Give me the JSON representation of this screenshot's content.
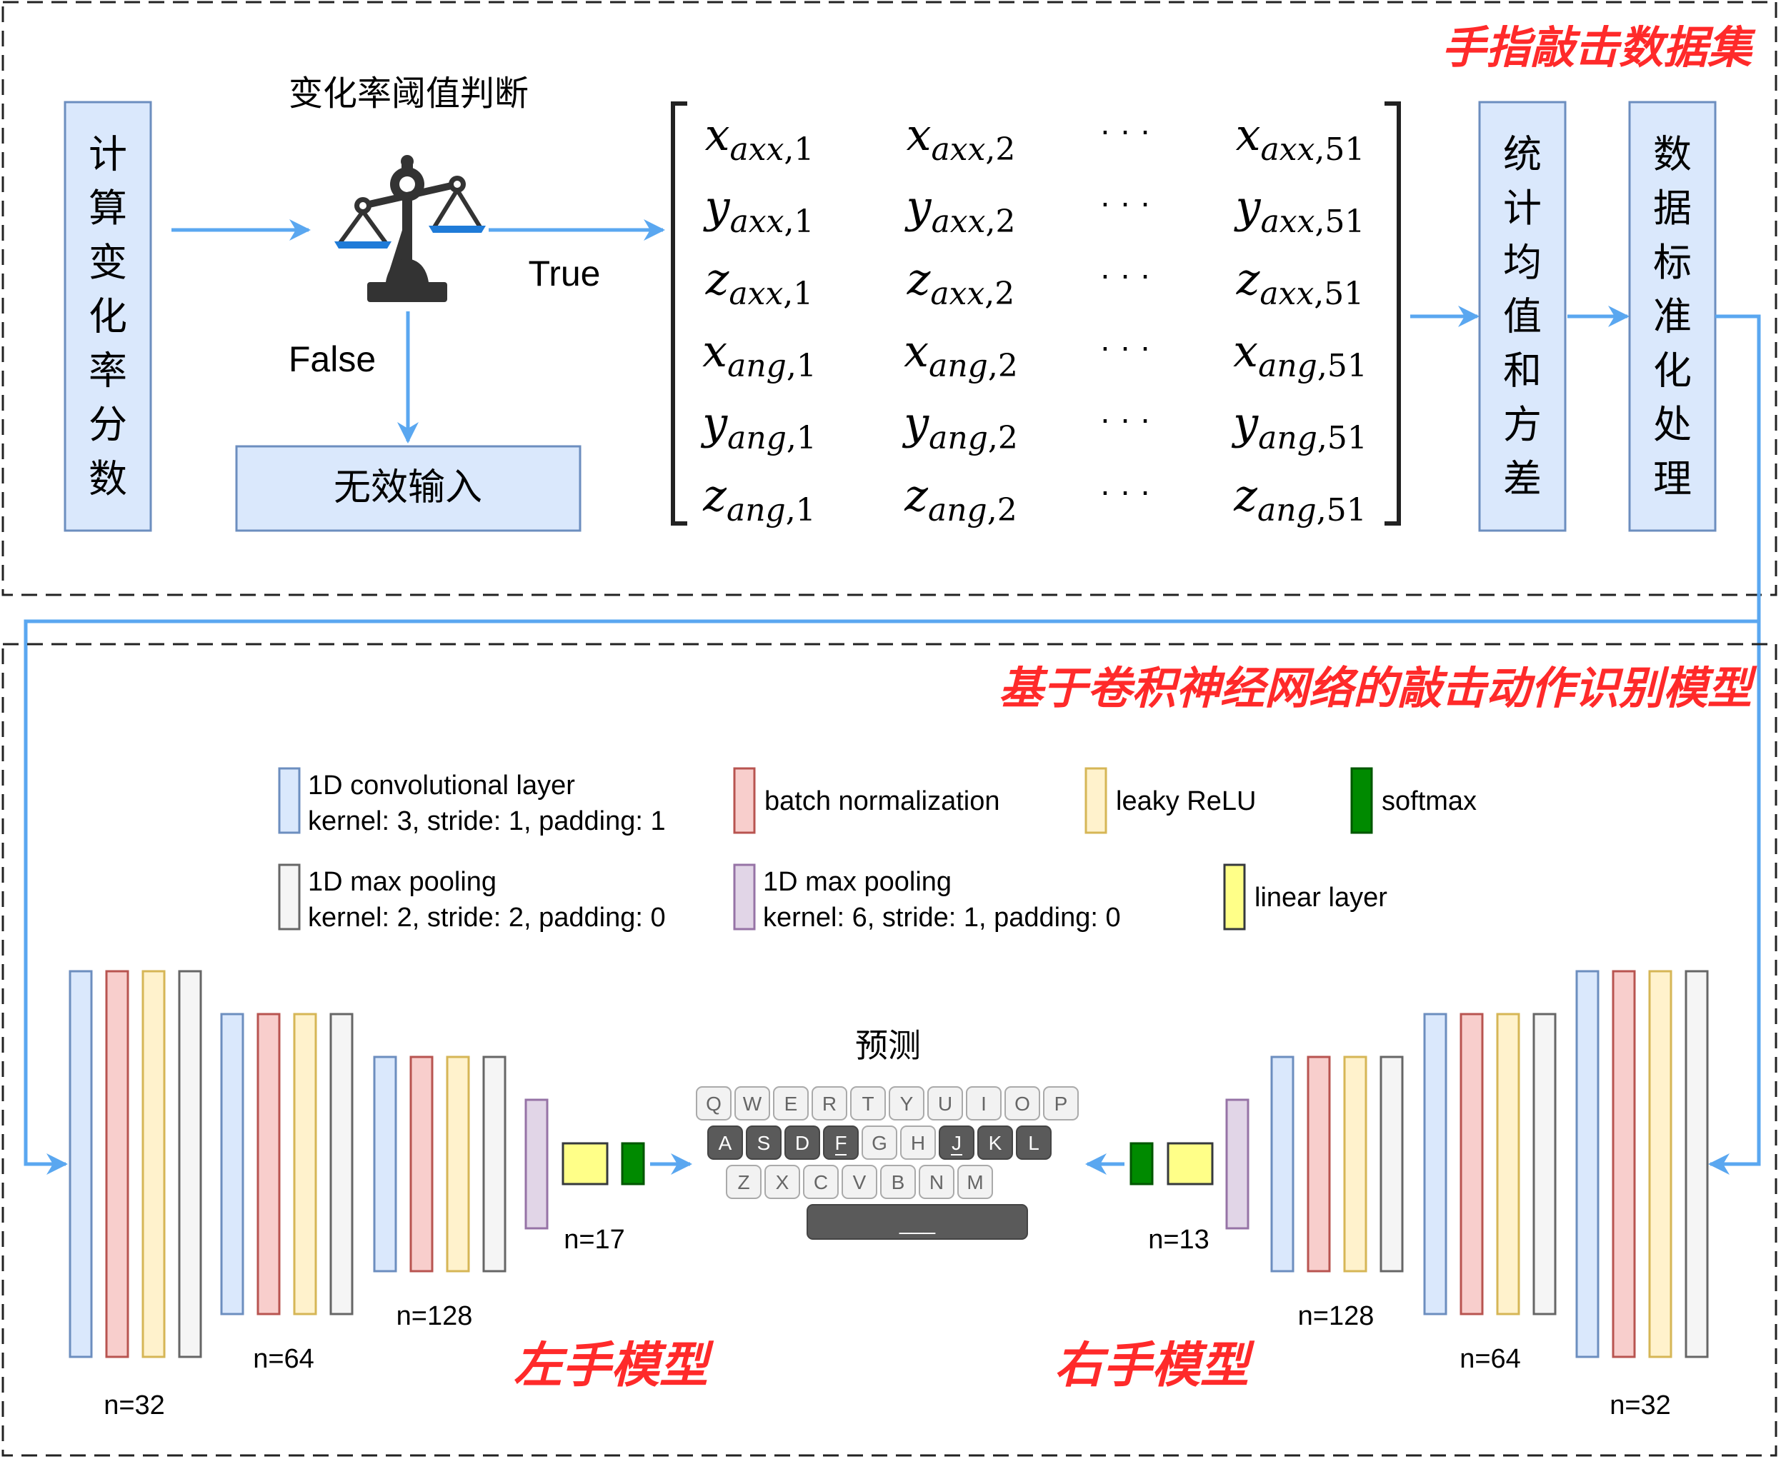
{
  "top_section": {
    "title": "手指敲击数据集",
    "compute_box": "计算变化率分数",
    "threshold_label": "变化率阈值判断",
    "true_label": "True",
    "false_label": "False",
    "invalid_box": "无效输入",
    "stats_box": "统计均值和方差",
    "normalize_box": "数据标准化处理",
    "matrix": {
      "rows": [
        {
          "var": "x",
          "sub": "axx"
        },
        {
          "var": "y",
          "sub": "axx"
        },
        {
          "var": "z",
          "sub": "axx"
        },
        {
          "var": "x",
          "sub": "ang"
        },
        {
          "var": "y",
          "sub": "ang"
        },
        {
          "var": "z",
          "sub": "ang"
        }
      ],
      "cols": [
        "1",
        "2",
        "…",
        "51"
      ],
      "ellipsis": "· · ·"
    }
  },
  "bottom_section": {
    "title": "基于卷积神经网络的敲击动作识别模型",
    "legend": [
      {
        "key": "conv",
        "line1": "1D convolutional layer",
        "line2": "kernel: 3, stride: 1, padding: 1",
        "color": "#dae8fc",
        "stroke": "#6c8ebf"
      },
      {
        "key": "bn",
        "line1": "batch normalization",
        "line2": "",
        "color": "#f8cecc",
        "stroke": "#b85450"
      },
      {
        "key": "leaky",
        "line1": "leaky ReLU",
        "line2": "",
        "color": "#fff2cc",
        "stroke": "#d6b656"
      },
      {
        "key": "softmax",
        "line1": "softmax",
        "line2": "",
        "color": "#008a00",
        "stroke": "#005700"
      },
      {
        "key": "maxpool2",
        "line1": "1D max pooling",
        "line2": "kernel: 2, stride: 2, padding: 0",
        "color": "#f5f5f5",
        "stroke": "#666666"
      },
      {
        "key": "maxpool6",
        "line1": "1D max pooling",
        "line2": "kernel: 6, stride: 1, padding: 0",
        "color": "#e1d5e7",
        "stroke": "#9673a6"
      },
      {
        "key": "linear",
        "line1": "linear layer",
        "line2": "",
        "color": "#ffff88",
        "stroke": "#36393d"
      }
    ],
    "left_model": {
      "label": "左手模型",
      "n_labels": [
        "n=32",
        "n=64",
        "n=128",
        "n=17"
      ]
    },
    "right_model": {
      "label": "右手模型",
      "n_labels": [
        "n=32",
        "n=64",
        "n=128",
        "n=13"
      ]
    },
    "predict_label": "预测",
    "keyboard": {
      "row1": [
        "Q",
        "W",
        "E",
        "R",
        "T",
        "Y",
        "U",
        "I",
        "O",
        "P"
      ],
      "row2": [
        "A",
        "S",
        "D",
        "F",
        "G",
        "H",
        "J",
        "K",
        "L"
      ],
      "row3": [
        "Z",
        "X",
        "C",
        "V",
        "B",
        "N",
        "M"
      ],
      "highlighted": [
        "A",
        "S",
        "D",
        "F",
        "J",
        "K",
        "L"
      ],
      "space": "___"
    }
  },
  "colors": {
    "arrow": "#5aa7f0",
    "box_fill": "#dae8fc",
    "box_stroke": "#6c8ebf",
    "title_red": "#ff2a2a",
    "scale_dark": "#333333",
    "scale_blue": "#1f7bd8"
  }
}
